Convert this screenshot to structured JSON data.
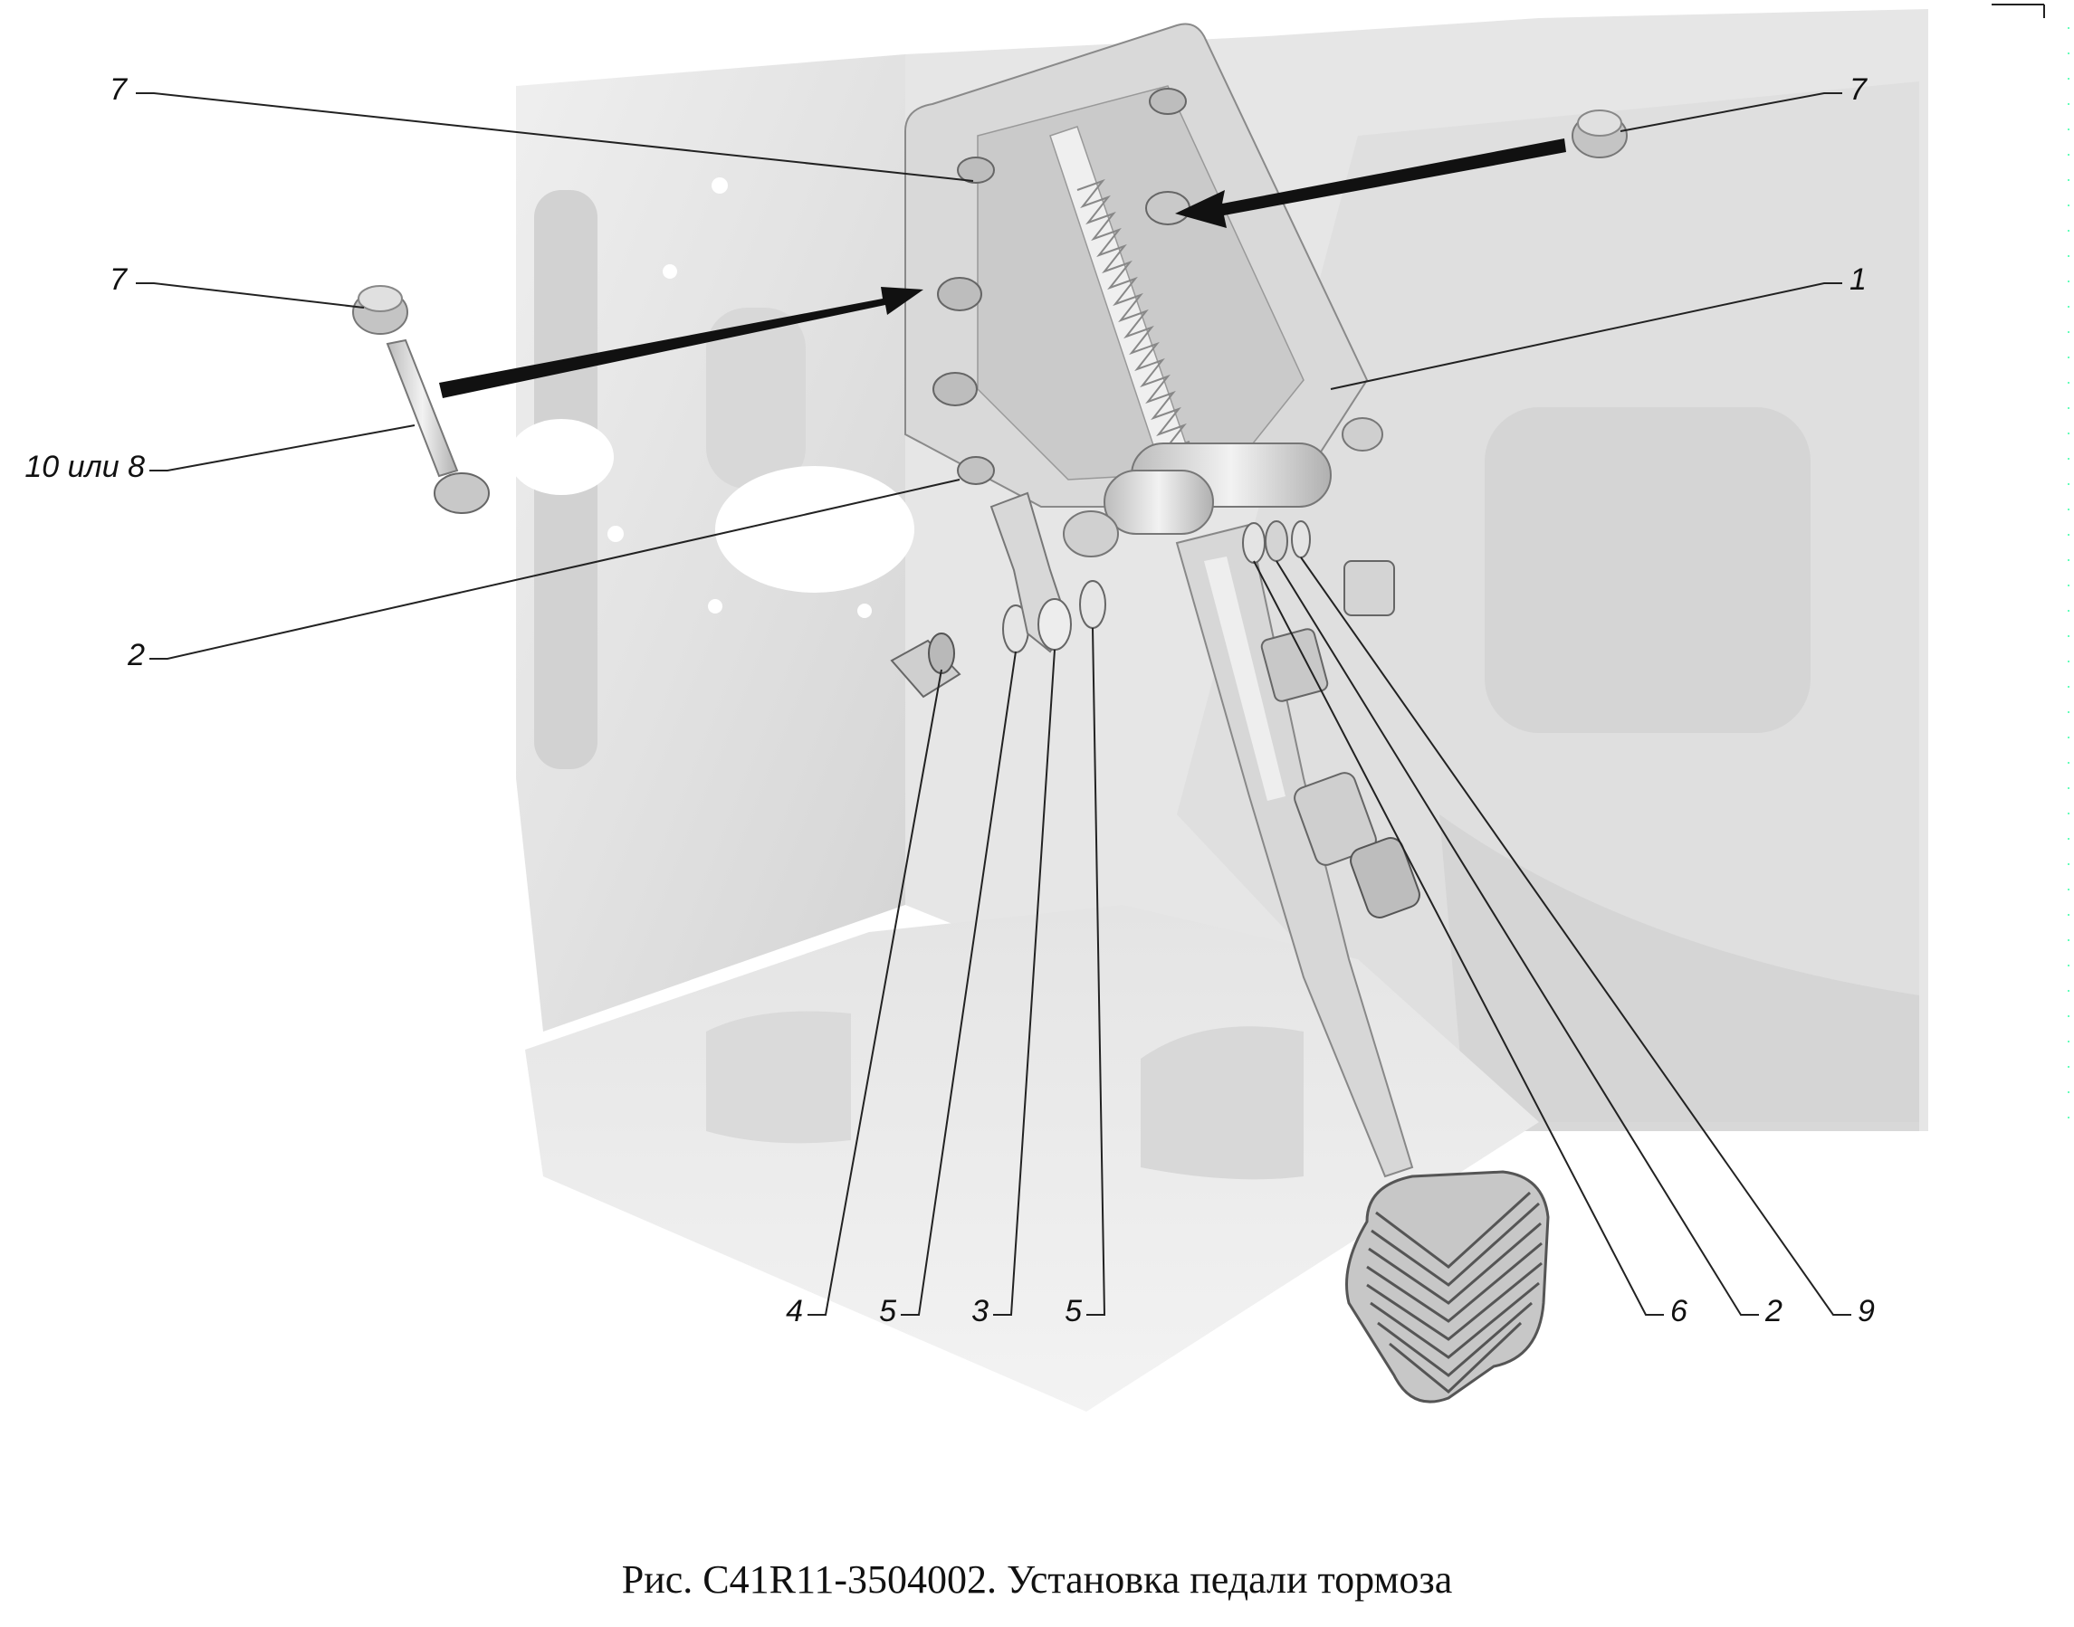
{
  "callouts": [
    {
      "id": "7a",
      "label": "7"
    },
    {
      "id": "7b",
      "label": "7"
    },
    {
      "id": "7c",
      "label": "7"
    },
    {
      "id": "1",
      "label": "1"
    },
    {
      "id": "10or8",
      "label": "10 или 8"
    },
    {
      "id": "2a",
      "label": "2"
    },
    {
      "id": "4",
      "label": "4"
    },
    {
      "id": "5a",
      "label": "5"
    },
    {
      "id": "3",
      "label": "3"
    },
    {
      "id": "5b",
      "label": "5"
    },
    {
      "id": "6",
      "label": "6"
    },
    {
      "id": "2b",
      "label": "2"
    },
    {
      "id": "9",
      "label": "9"
    }
  ],
  "caption": "Рис. C41R11-3504002. Установка педали тормоза",
  "colors": {
    "background": "#ffffff",
    "panel_light": "#e9e9e9",
    "panel_mid": "#d6d6d6",
    "panel_dark": "#bdbdbd",
    "arrow": "#111111",
    "line": "#222222"
  }
}
